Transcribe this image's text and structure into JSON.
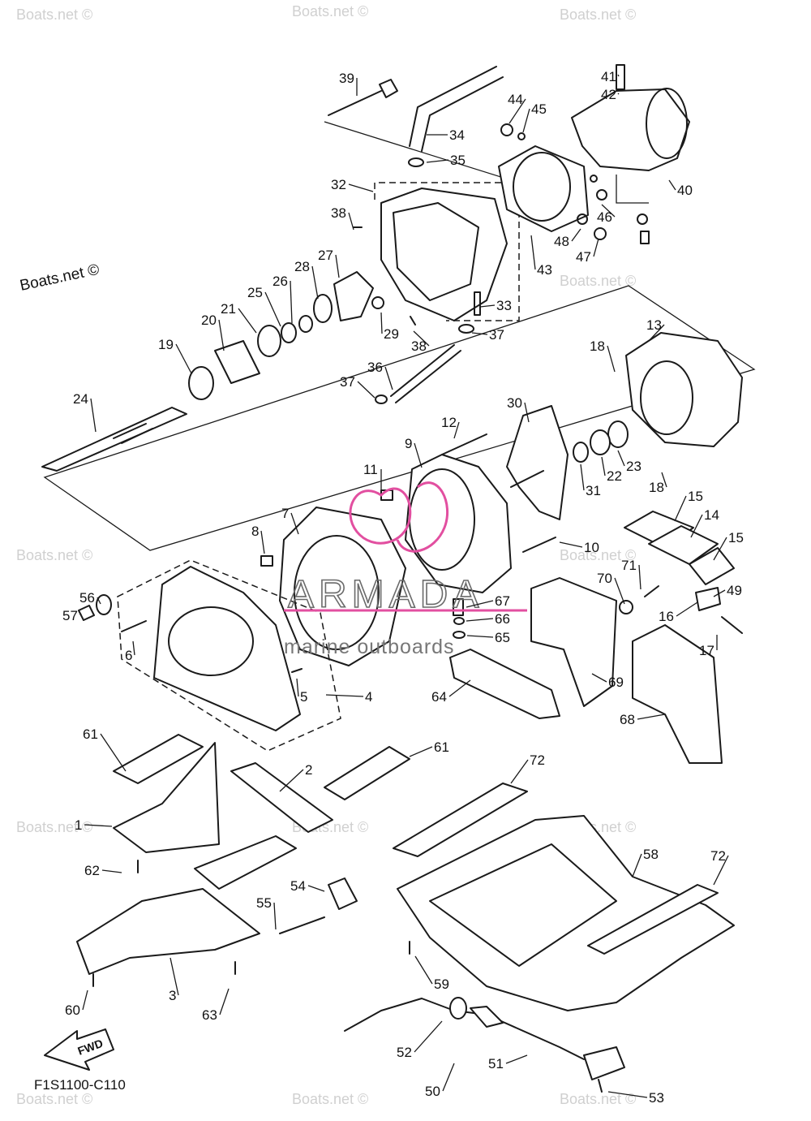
{
  "diagram": {
    "code": "F1S1100-C110",
    "watermark": "Boats.net ©",
    "fwd_label": "FWD",
    "brand": {
      "name": "ARMADA",
      "tagline": "marine outboards",
      "color": "#e24fa0"
    },
    "callouts": [
      "39",
      "41",
      "42",
      "44",
      "45",
      "34",
      "35",
      "32",
      "38",
      "40",
      "46",
      "27",
      "28",
      "26",
      "25",
      "29",
      "33",
      "48",
      "47",
      "43",
      "21",
      "20",
      "19",
      "38",
      "37",
      "13",
      "18",
      "36",
      "37",
      "24",
      "30",
      "12",
      "9",
      "23",
      "22",
      "31",
      "18",
      "11",
      "7",
      "8",
      "15",
      "14",
      "15",
      "10",
      "71",
      "70",
      "49",
      "56",
      "57",
      "67",
      "66",
      "65",
      "6",
      "16",
      "17",
      "5",
      "4",
      "64",
      "69",
      "68",
      "61",
      "61",
      "72",
      "2",
      "1",
      "58",
      "72",
      "62",
      "54",
      "55",
      "59",
      "3",
      "60",
      "63",
      "52",
      "51",
      "50",
      "53"
    ]
  }
}
